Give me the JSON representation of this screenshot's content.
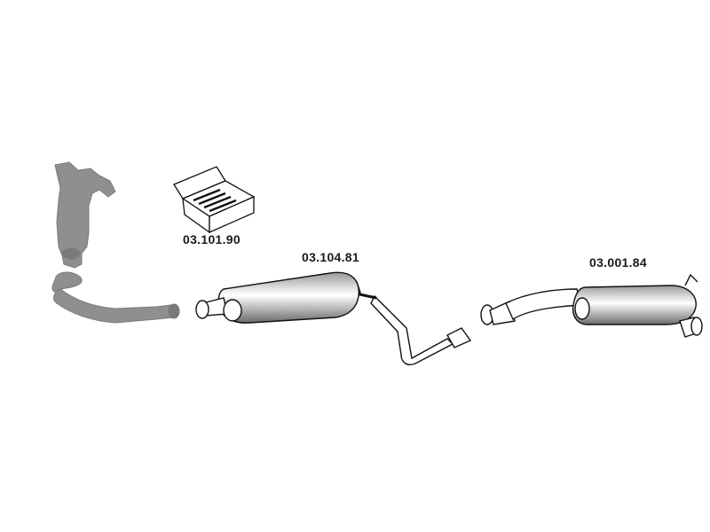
{
  "parts": [
    {
      "id": "catalyst-manifold",
      "label": ""
    },
    {
      "id": "mounting-kit",
      "label": "03.101.90"
    },
    {
      "id": "center-silencer",
      "label": "03.104.81"
    },
    {
      "id": "rear-silencer",
      "label": "03.001.84"
    }
  ],
  "colors": {
    "outline": "#111111",
    "fill": "#ffffff",
    "shade": "#555555",
    "ghost": "#8f8f8f",
    "text": "#1a1a1a"
  }
}
